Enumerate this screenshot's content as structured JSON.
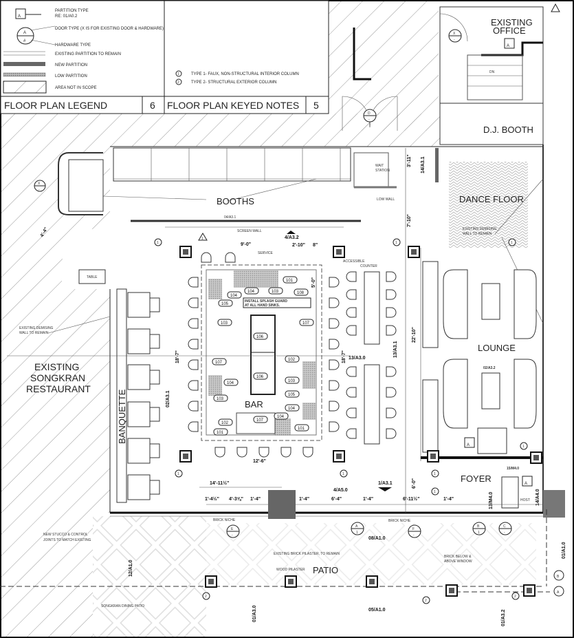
{
  "legend": {
    "partition_tag": "A",
    "partition_type": "PARTITION TYPE",
    "partition_ref": "RE: 01/A0.2",
    "door_tag_top": "A",
    "door_tag_bottom": "#",
    "door_type": "DOOR TYPE  (X IS FOR EXISTING DOOR & HARDWARE)",
    "hardware_type": "HARDWARE TYPE",
    "existing_partition": "EXISTING PARTITION TO REMAIN",
    "new_partition": "NEW PARTITION",
    "low_partition": "LOW PARTITION",
    "not_in_scope": "AREA NOT IN SCOPE",
    "title": "FLOOR PLAN LEGEND",
    "number": "6"
  },
  "keyed_notes": {
    "items": [
      {
        "num": "1",
        "text": "TYPE 1- FAUX, NON-STRUCTURAL INTERIOR COLUMN"
      },
      {
        "num": "2",
        "text": "TYPE 2- STRUCTURAL EXTERIOR COLUMN"
      }
    ],
    "title": "FLOOR PLAN KEYED NOTES",
    "number": "5"
  },
  "rooms": {
    "office_1": "EXISTING",
    "office_2": "OFFICE",
    "dj_booth": "D.J. BOOTH",
    "dance_floor": "DANCE FLOOR",
    "booths": "BOOTHS",
    "bar": "BAR",
    "lounge": "LOUNGE",
    "foyer": "FOYER",
    "patio": "PATIO",
    "restaurant_1": "EXISTING",
    "restaurant_2": "SONGKRAN",
    "restaurant_3": "RESTAURANT",
    "banquette": "BANQUETTE",
    "table": "TABLE",
    "service": "SERVICE",
    "wait_1": "WAIT",
    "wait_2": "STATION",
    "host": "HOST",
    "dn": "DN"
  },
  "notes": {
    "low_wall": "LOW WALL",
    "screen_wall": "SCREEN WALL",
    "accessible_1": "ACCESSIBLE",
    "accessible_2": "COUNTER",
    "demising_left_1": "EXISTING DEMISING",
    "demising_left_2": "WALL TO REMAIN",
    "demising_right_1": "EXISTING DEMISING",
    "demising_right_2": "WALL TO REMAIN",
    "splash_1": "INSTALL SPLASH GUARD",
    "splash_2": "AT ALL HAND SINKS.",
    "brick_niche_1": "BRICK NICHE",
    "brick_niche_2": "BRICK NICHE",
    "brick_pilaster": "EXISTING BRICK PILASTER, TO REMAIN",
    "wood_pilaster": "WOOD PILASTER",
    "brick_window_1": "BRICK BELOW &",
    "brick_window_2": "ABOVE WINDOW",
    "stucco_1": "NEW STUCCO & CONTROL",
    "stucco_2": "JOINTS TO MATCH EXISTING",
    "songkran_patio": "SONGKRAN DINING PATIO"
  },
  "dimensions": {
    "d9_0": "9'-0\"",
    "d2_10": "2'-10\"",
    "d8": "8\"",
    "d5_0": "5'-0\"",
    "d18_7a": "18'-7\"",
    "d18_7b": "18'-7\"",
    "d12_6": "12'-6\"",
    "d14_11": "14'-11½\"",
    "d1_4h": "1'-4½\"",
    "d4_3": "4'-3⅝\"",
    "d1_4a": "1'-4\"",
    "d1_4b": "1'-4\"",
    "d6_4": "6'-4\"",
    "d1_4c": "1'-4\"",
    "d6_11": "6'-11½\"",
    "d1_4d": "1'-4\"",
    "d3_11": "3'-11\"",
    "d7_10": "7'-10\"",
    "d22_10": "22'-10\"",
    "d6_0": "6'-0\"",
    "d4_4": "4'-4\""
  },
  "section_refs": {
    "r04_a31": "04/A3.1",
    "r4_a32": "4/A3.2",
    "r13_a30": "13/A3.0",
    "r13_a31": "13/A3.1",
    "r02_a31": "02/A3.1",
    "r02_a32": "02/A3.2",
    "r14_a31": "14/A3.1",
    "r15_m40": "15/M4.0",
    "r13_m40": "13/M4.0",
    "r14_a40": "14/A4.0",
    "r1_a31": "1/A3.1",
    "r4_a50": "4/A5.0",
    "r08_a10": "08/A1.0",
    "r12_a10": "12/A1.0",
    "r01_a30": "01/A3.0",
    "r05_a10": "05/A1.0",
    "r01_a32": "01/A3.2",
    "r01_a10": "01/A1.0"
  },
  "door_tags": [
    {
      "top": "X",
      "bottom": "-"
    },
    {
      "top": "X",
      "bottom": "-"
    },
    {
      "top": "D",
      "bottom": "-"
    },
    {
      "top": "E",
      "bottom": "-"
    },
    {
      "top": "A",
      "bottom": "1"
    },
    {
      "top": "F",
      "bottom": "-"
    },
    {
      "top": "B",
      "bottom": "1"
    },
    {
      "top": "C",
      "bottom": "-"
    }
  ],
  "partition_tags": [
    "A",
    "A",
    "A"
  ],
  "grid": [
    "A",
    "B"
  ],
  "column_marks": [
    "1",
    "1",
    "1",
    "1",
    "1",
    "1",
    "1",
    "1",
    "2",
    "2",
    "2"
  ],
  "revision_mark": "1",
  "equipment": {
    "e101a": "101",
    "e104a": "104",
    "e104b": "104",
    "e103a": "103",
    "e105a": "105",
    "e103b": "103",
    "e108": "108",
    "e107a": "107",
    "e106a": "106",
    "e107b": "107",
    "e102a": "102",
    "e106b": "106",
    "e104c": "104",
    "e103c": "103",
    "e105b": "105",
    "e104d": "104",
    "e103d": "103",
    "e104e": "104",
    "e102b": "102",
    "e107c": "107",
    "e101b": "101",
    "e101c": "101"
  }
}
